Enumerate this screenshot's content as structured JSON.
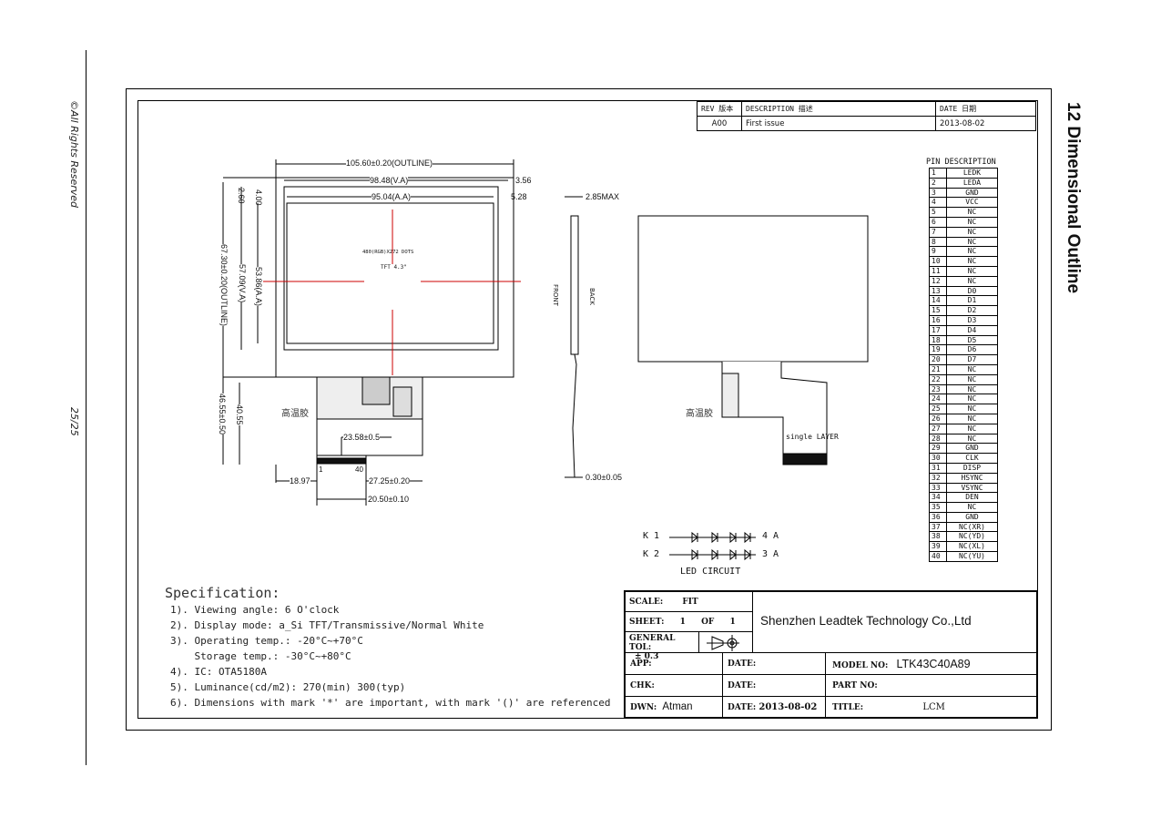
{
  "side": {
    "rights": "©All Rights Reserved",
    "page": "25/25"
  },
  "section_title": "12 Dimensional Outline",
  "revision": {
    "headers": [
      "REV 版本",
      "DESCRIPTION 描述",
      "DATE 日期"
    ],
    "row": [
      "A00",
      "First issue",
      "2013-08-02"
    ]
  },
  "pin_description": {
    "title": "PIN DESCRIPTION",
    "pins": [
      [
        "1",
        "LEDK"
      ],
      [
        "2",
        "LEDA"
      ],
      [
        "3",
        "GND"
      ],
      [
        "4",
        "VCC"
      ],
      [
        "5",
        "NC"
      ],
      [
        "6",
        "NC"
      ],
      [
        "7",
        "NC"
      ],
      [
        "8",
        "NC"
      ],
      [
        "9",
        "NC"
      ],
      [
        "10",
        "NC"
      ],
      [
        "11",
        "NC"
      ],
      [
        "12",
        "NC"
      ],
      [
        "13",
        "D0"
      ],
      [
        "14",
        "D1"
      ],
      [
        "15",
        "D2"
      ],
      [
        "16",
        "D3"
      ],
      [
        "17",
        "D4"
      ],
      [
        "18",
        "D5"
      ],
      [
        "19",
        "D6"
      ],
      [
        "20",
        "D7"
      ],
      [
        "21",
        "NC"
      ],
      [
        "22",
        "NC"
      ],
      [
        "23",
        "NC"
      ],
      [
        "24",
        "NC"
      ],
      [
        "25",
        "NC"
      ],
      [
        "26",
        "NC"
      ],
      [
        "27",
        "NC"
      ],
      [
        "28",
        "NC"
      ],
      [
        "29",
        "GND"
      ],
      [
        "30",
        "CLK"
      ],
      [
        "31",
        "DISP"
      ],
      [
        "32",
        "HSYNC"
      ],
      [
        "33",
        "VSYNC"
      ],
      [
        "34",
        "DEN"
      ],
      [
        "35",
        "NC"
      ],
      [
        "36",
        "GND"
      ],
      [
        "37",
        "NC(XR)"
      ],
      [
        "38",
        "NC(YD)"
      ],
      [
        "39",
        "NC(XL)"
      ],
      [
        "40",
        "NC(YU)"
      ]
    ]
  },
  "front_view": {
    "outline_w": "105.60±0.20(OUTLINE)",
    "va_w": "98.48(V.A)",
    "aa_w": "95.04(A.A)",
    "d356": "3.56",
    "d528": "5.28",
    "d260": "2.60",
    "d400": "4.00",
    "outline_h": "67.30±0.20(OUTLINE)",
    "va_h": "57.09(V.A)",
    "aa_h": "53.86(A.A)",
    "fpc_total": "46.55±0.50",
    "fpc_len": "40.55",
    "d2358": "23.58±0.5",
    "d1897": "18.97",
    "d2725": "27.25±0.20",
    "d2050": "20.50±0.10",
    "res_text": "480(RGB)X272 DOTS",
    "tft_text": "TFT 4.3\"",
    "glue_label": "高温胶",
    "pin1": "1",
    "pin40": "40"
  },
  "side_view": {
    "d285": "2.85MAX",
    "d030": "0.30±0.05",
    "front": "FRONT",
    "back": "BACK"
  },
  "back_view": {
    "glue_label": "高温胶",
    "layer_label": "single LAYER"
  },
  "led_circuit": {
    "row1_left": "K 1",
    "row1_right": "4 A",
    "row2_left": "K 2",
    "row2_right": "3 A",
    "label": "LED CIRCUIT"
  },
  "specification": {
    "title": "Specification:",
    "lines": [
      "1). Viewing angle: 6 O'clock",
      "2). Display mode: a_Si TFT/Transmissive/Normal White",
      "3). Operating temp.: -20°C~+70°C",
      "    Storage temp.: -30°C~+80°C",
      "4). IC: OTA5180A",
      "5). Luminance(cd/m2): 270(min) 300(typ)",
      "6). Dimensions with mark '*' are important, with mark '()' are referenced"
    ]
  },
  "title_block": {
    "scale_label": "SCALE:",
    "scale_value": "FIT",
    "sheet_label": "SHEET:",
    "sheet_value": "1",
    "of_label": "OF",
    "of_value": "1",
    "tol_label": "GENERAL TOL:",
    "tol_value": "± 0.3",
    "company": "Shenzhen Leadtek Technology Co.,Ltd",
    "app_label": "APP:",
    "date_label_1": "DATE:",
    "model_label": "MODEL NO:",
    "model_value": "LTK43C40A89",
    "chk_label": "CHK:",
    "date_label_2": "DATE:",
    "part_label": "PART NO:",
    "dwn_label": "DWN:",
    "dwn_value": "Atman",
    "date_label_3": "DATE:",
    "date_value": "2013-08-02",
    "title_label": "TITLE:",
    "title_value": "LCM"
  }
}
